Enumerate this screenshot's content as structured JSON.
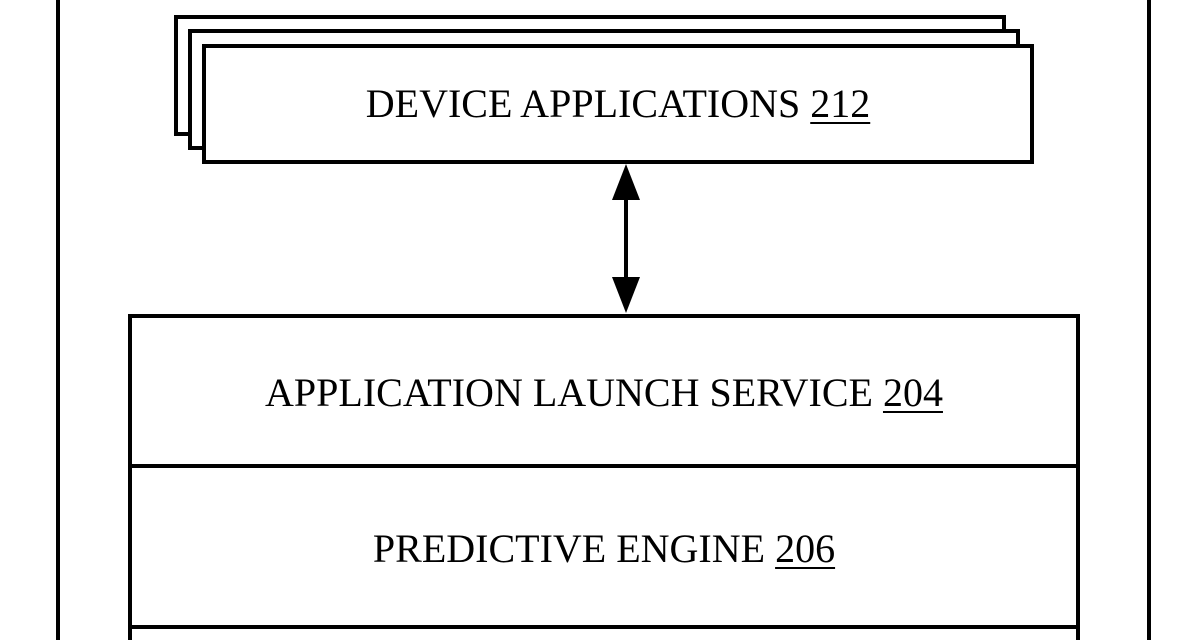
{
  "diagram": {
    "device_applications": {
      "text": "DEVICE APPLICATIONS",
      "ref": "212"
    },
    "application_launch_service": {
      "text": "APPLICATION LAUNCH SERVICE",
      "ref": "204"
    },
    "predictive_engine": {
      "text": "PREDICTIVE ENGINE",
      "ref": "206"
    },
    "connector": "bidirectional-arrow",
    "colors": {
      "stroke": "#000000",
      "background": "#ffffff"
    }
  }
}
